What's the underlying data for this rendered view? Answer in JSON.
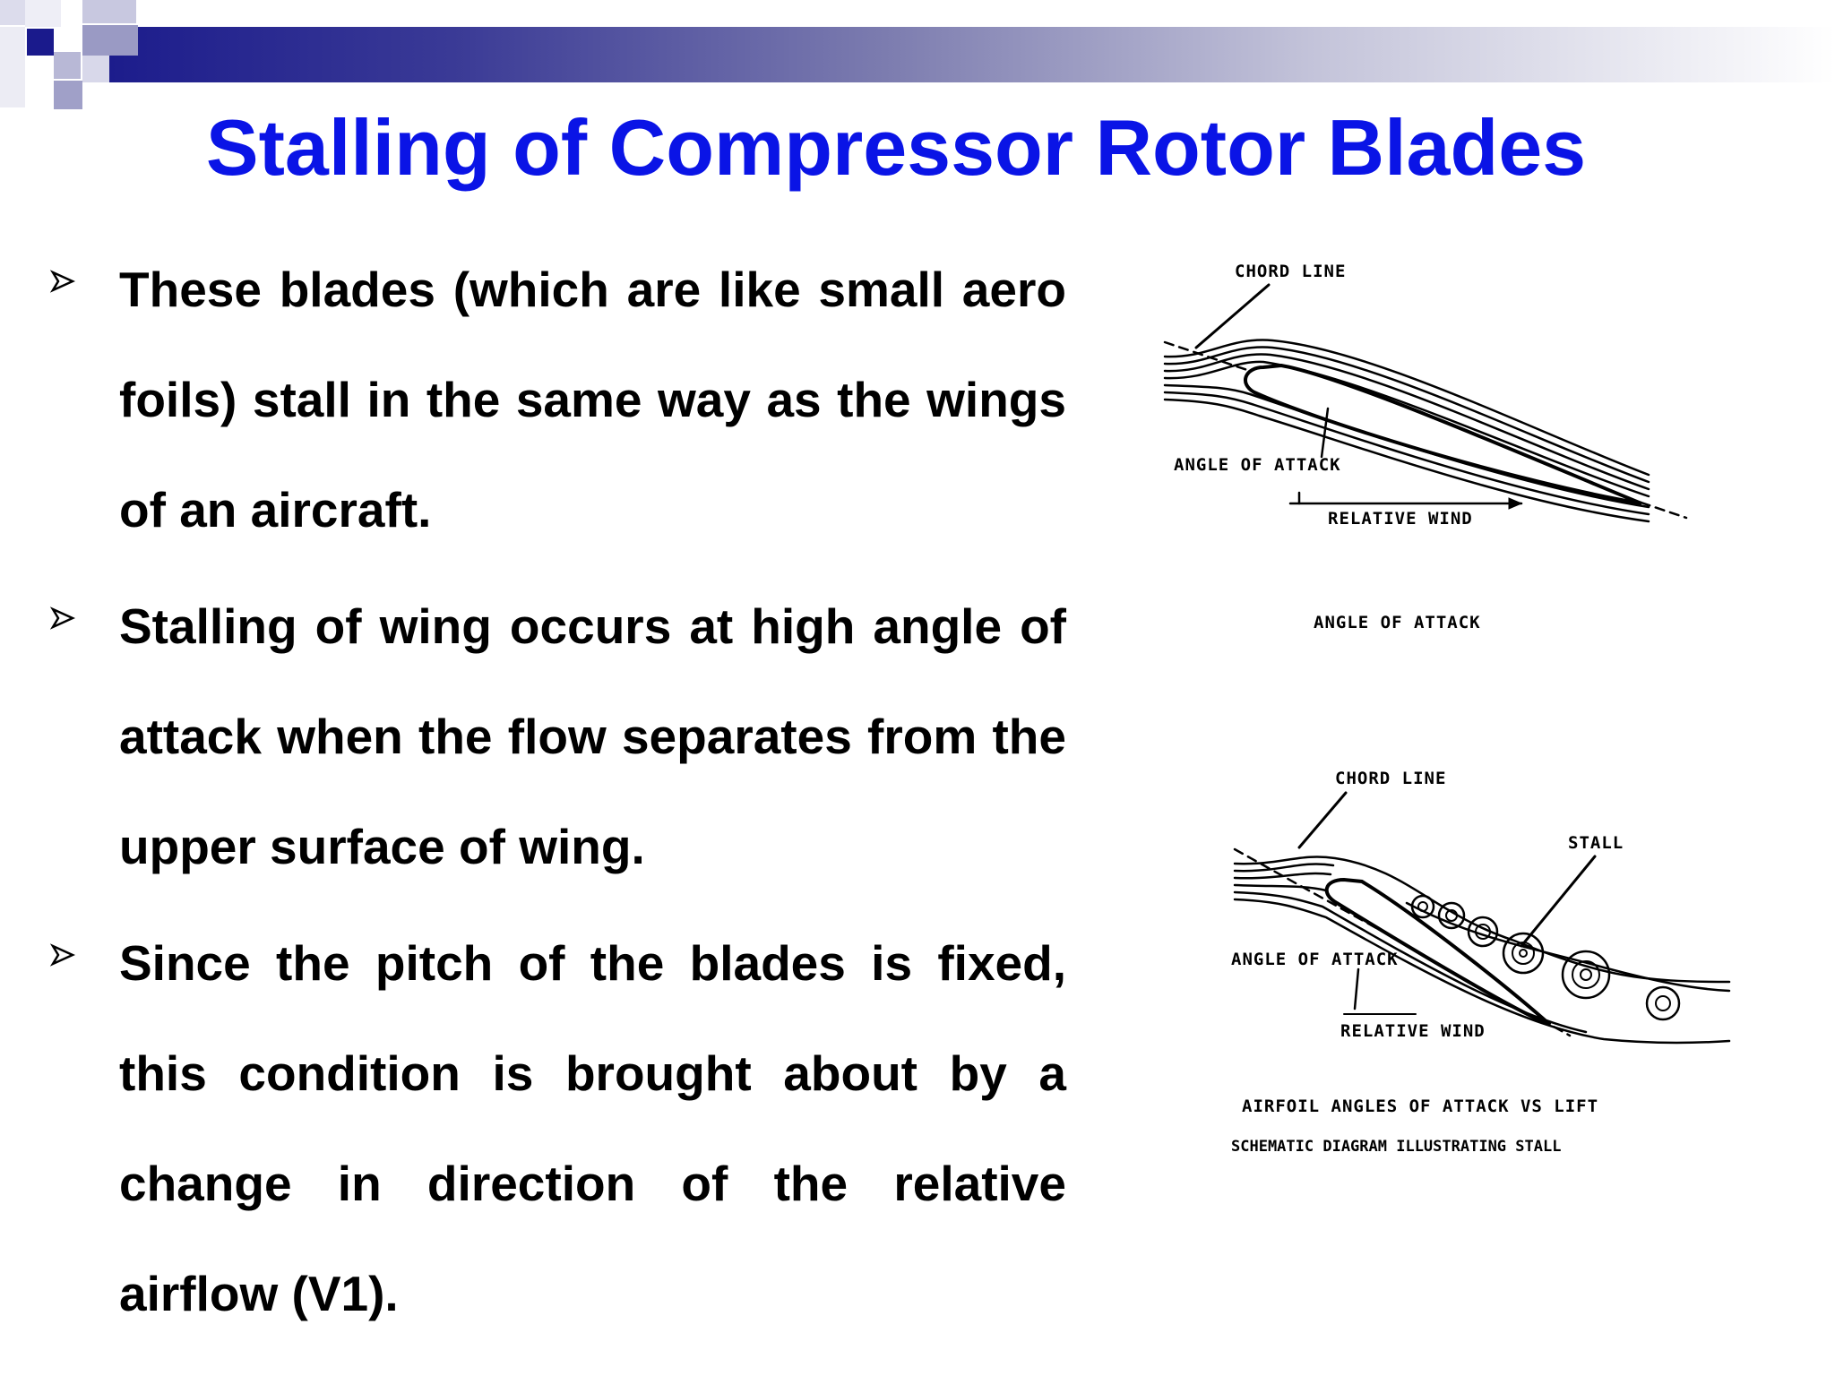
{
  "slide": {
    "title": "Stalling of Compressor Rotor Blades",
    "accent_color": "#0a14e6",
    "header_bar_color": "#1c1c8c",
    "bullet_icon": "arrowhead-bullet-icon",
    "bullets": [
      {
        "text": "These blades (which are like small aero foils) stall in the same way as the wings of an aircraft."
      },
      {
        "text": "Stalling of wing occurs at high angle of attack when the flow separates from the upper surface of wing."
      },
      {
        "text": "Since the pitch of the blades is fixed, this condition is brought about by a change in direction of the relative airflow (V1)."
      }
    ]
  },
  "figure": {
    "top_diagram": {
      "chord_line_label": "CHORD LINE",
      "angle_of_attack_label": "ANGLE OF ATTACK",
      "relative_wind_label": "RELATIVE WIND",
      "caption": "ANGLE OF ATTACK"
    },
    "bottom_diagram": {
      "chord_line_label": "CHORD LINE",
      "stall_label": "STALL",
      "angle_of_attack_label": "ANGLE OF ATTACK",
      "relative_wind_label": "RELATIVE WIND"
    },
    "caption_line1": "AIRFOIL ANGLES OF ATTACK VS LIFT",
    "caption_line2": "SCHEMATIC DIAGRAM ILLUSTRATING STALL"
  }
}
